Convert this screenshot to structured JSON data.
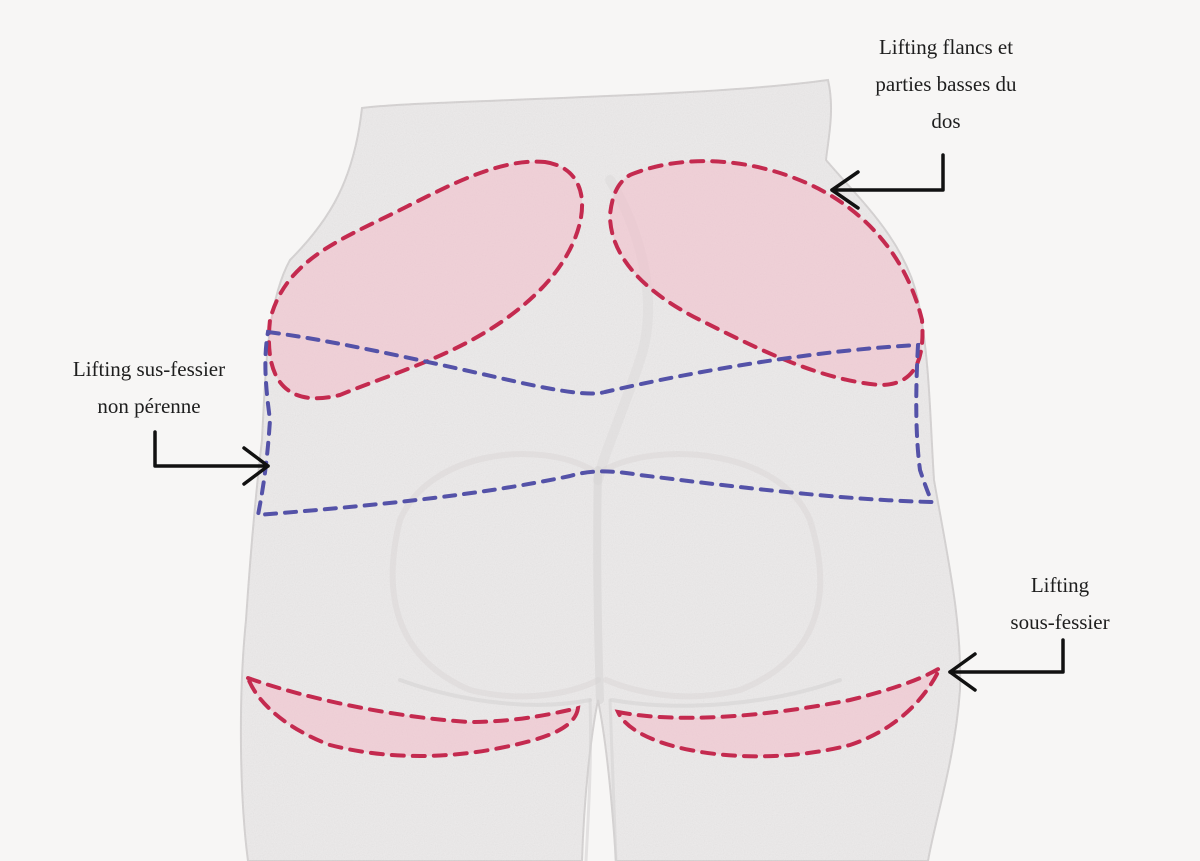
{
  "labels": {
    "flanks": {
      "lines": [
        "Lifting flancs et",
        "parties basses du",
        "dos"
      ]
    },
    "supragluteal": {
      "lines": [
        "Lifting sus-fessier",
        "non pérenne"
      ]
    },
    "infragluteal": {
      "lines": [
        "Lifting",
        "sous-fessier"
      ]
    }
  },
  "colors": {
    "background": "#f7f6f5",
    "skin": "#eceaea",
    "shading": "#d6d3d3",
    "red_dash": "#c42a4f",
    "red_fill": "#f2bcc9",
    "blue_dash": "#5452a8",
    "arrow": "#111111"
  },
  "icons": {
    "arrow_flanks": "arrow-left-icon",
    "arrow_suprag": "arrow-right-icon",
    "arrow_infrag": "arrow-left-icon"
  }
}
